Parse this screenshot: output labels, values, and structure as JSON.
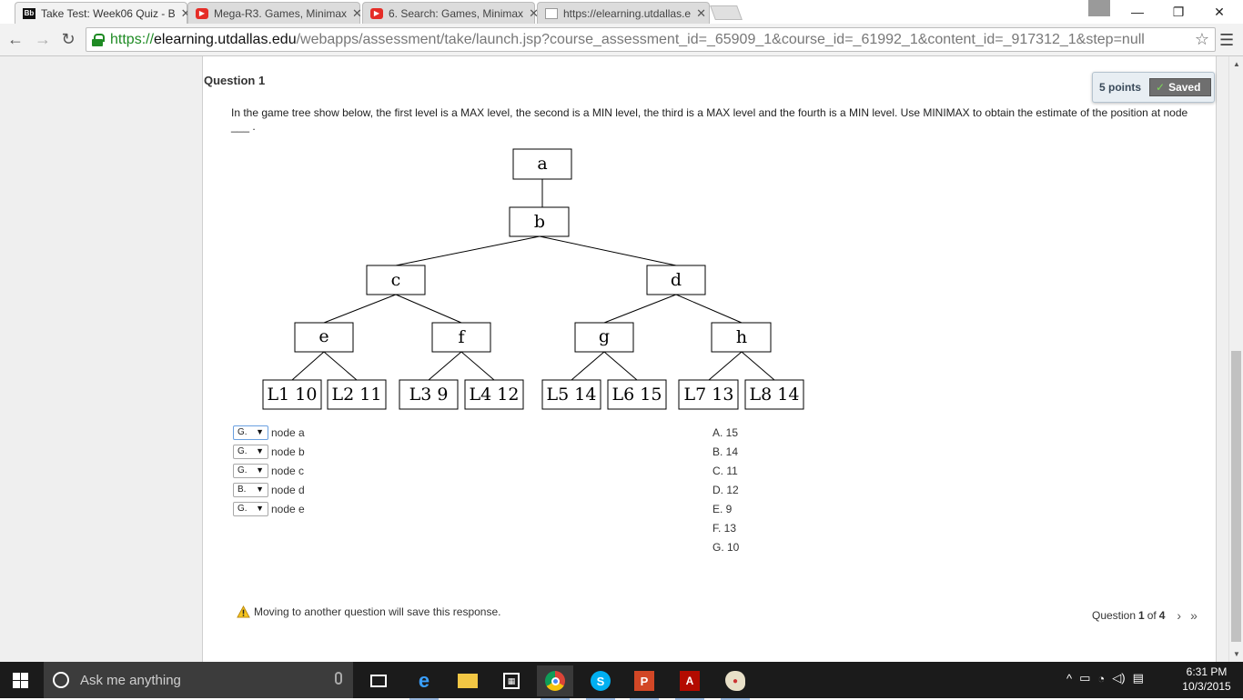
{
  "browser": {
    "tabs": [
      {
        "title": "Take Test: Week06 Quiz - B",
        "favicon": "blackboard-icon",
        "active": true
      },
      {
        "title": "Mega-R3. Games, Minimax",
        "favicon": "youtube-icon",
        "active": false
      },
      {
        "title": "6. Search: Games, Minimax",
        "favicon": "youtube-icon",
        "active": false
      },
      {
        "title": "https://elearning.utdallas.e",
        "favicon": "page-icon",
        "active": false
      }
    ],
    "url_scheme": "https://",
    "url_host": "elearning.utdallas.edu",
    "url_path": "/webapps/assessment/take/launch.jsp?course_assessment_id=_65909_1&course_id=_61992_1&content_id=_917312_1&step=null"
  },
  "question": {
    "title": "Question 1",
    "points": "5 points",
    "saved_label": "Saved",
    "text": "In the game tree show below, the first level is a MAX level, the second is a MIN level, the third is a MAX level and the fourth is a MIN level. Use MINIMAX to obtain the estimate of the position at node ___ .",
    "tree": {
      "nodes": [
        "a",
        "b",
        "c",
        "d",
        "e",
        "f",
        "g",
        "h"
      ],
      "leaves": [
        "L1 10",
        "L2 11",
        "L3 9",
        "L4 12",
        "L5 14",
        "L6 15",
        "L7 13",
        "L8 14"
      ]
    },
    "matches": [
      {
        "selected": "G.",
        "label": "node a"
      },
      {
        "selected": "G.",
        "label": "node b"
      },
      {
        "selected": "G.",
        "label": "node c"
      },
      {
        "selected": "B.",
        "label": "node d"
      },
      {
        "selected": "G.",
        "label": "node e"
      }
    ],
    "options": [
      "A. 15",
      "B. 14",
      "C. 11",
      "D. 12",
      "E. 9",
      "F. 13",
      "G. 10"
    ],
    "warning": "Moving to another question will save this response.",
    "nav": {
      "prefix": "Question",
      "current": "1",
      "of_text": "of",
      "total": "4"
    }
  },
  "taskbar": {
    "search_placeholder": "Ask me anything",
    "time": "6:31 PM",
    "date": "10/3/2015"
  }
}
